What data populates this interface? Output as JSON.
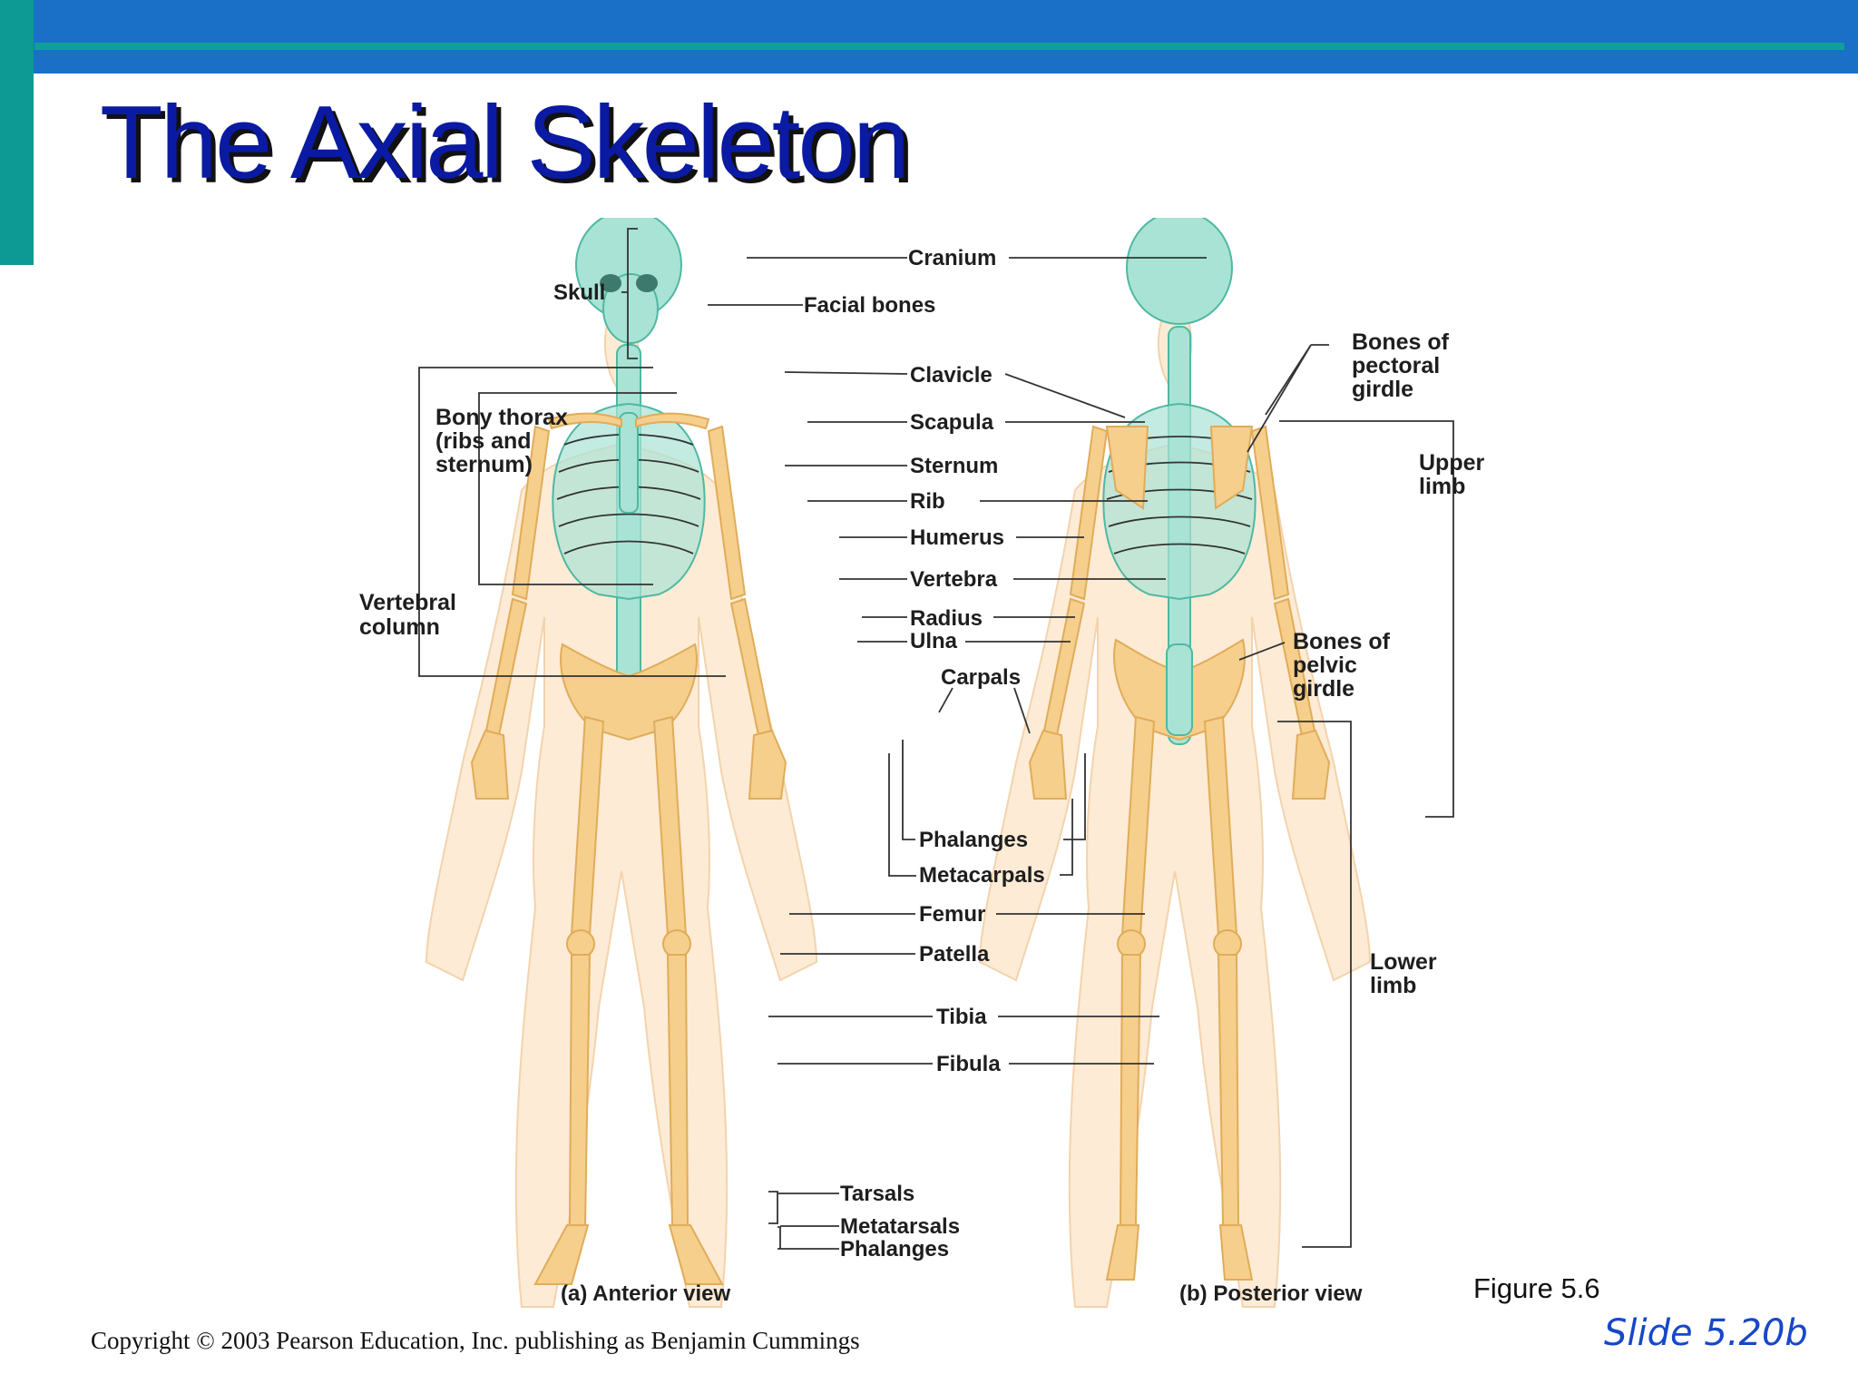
{
  "slide": {
    "title": "The Axial Skeleton",
    "figure_number": "Figure 5.6",
    "slide_number": "Slide 5.20b",
    "copyright": "Copyright © 2003 Pearson Education, Inc. publishing as Benjamin Cummings",
    "colors": {
      "top_bar": "#1a6fc7",
      "accent_teal": "#10a09a",
      "title_text": "#0b1aa3",
      "slide_number": "#1747c9",
      "axial_bone": "#a9e3d5",
      "appendicular_bone": "#f6cf8d"
    }
  },
  "diagram": {
    "views": {
      "anterior": "(a) Anterior view",
      "posterior": "(b) Posterior view"
    },
    "labels": {
      "skull": "Skull",
      "cranium": "Cranium",
      "facial_bones": "Facial bones",
      "clavicle": "Clavicle",
      "scapula": "Scapula",
      "sternum": "Sternum",
      "rib": "Rib",
      "humerus": "Humerus",
      "vertebra": "Vertebra",
      "radius": "Radius",
      "ulna": "Ulna",
      "carpals": "Carpals",
      "phalanges_hand": "Phalanges",
      "metacarpals": "Metacarpals",
      "femur": "Femur",
      "patella": "Patella",
      "tibia": "Tibia",
      "fibula": "Fibula",
      "tarsals": "Tarsals",
      "metatarsals": "Metatarsals",
      "phalanges_foot": "Phalanges"
    },
    "groups": {
      "bony_thorax": [
        "Bony thorax",
        "(ribs and",
        "sternum)"
      ],
      "vertebral_column": [
        "Vertebral",
        "column"
      ],
      "pectoral_girdle": [
        "Bones of",
        "pectoral",
        "girdle"
      ],
      "upper_limb": [
        "Upper",
        "limb"
      ],
      "pelvic_girdle": [
        "Bones of",
        "pelvic",
        "girdle"
      ],
      "lower_limb": [
        "Lower",
        "limb"
      ]
    }
  }
}
